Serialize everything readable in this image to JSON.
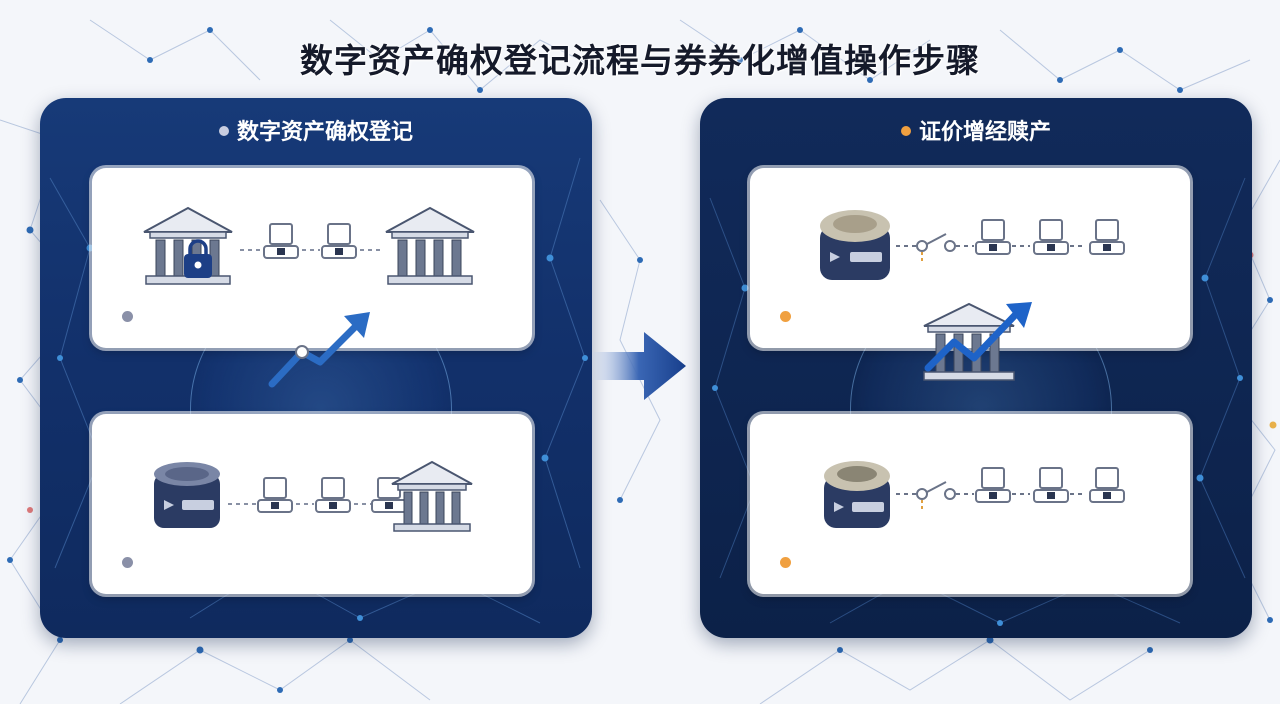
{
  "title": "数字资产确权登记流程与券券化增值操作步骤",
  "left_panel": {
    "title": "数字资产确权登记"
  },
  "right_panel": {
    "title": "证价增经赎产"
  },
  "colors": {
    "panel_blue": "#12306a",
    "panel_dark": "#0e2550",
    "accent_orange": "#f0a040",
    "accent_gray": "#8a90a8",
    "arrow_blue": "#1f4fa0",
    "trend_blue": "#1e63c8"
  },
  "icons": {
    "bank": "bank-building-icon",
    "lock": "padlock-icon",
    "device": "computer-terminal-icon",
    "database": "database-server-icon",
    "growth": "growth-arrow-icon",
    "transfer": "right-arrow-icon"
  }
}
